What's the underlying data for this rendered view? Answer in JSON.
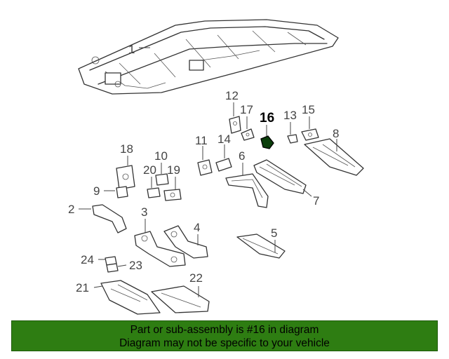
{
  "diagram": {
    "highlight_part": "16",
    "callouts": [
      {
        "id": "c1",
        "label": "1"
      },
      {
        "id": "c2",
        "label": "2"
      },
      {
        "id": "c3",
        "label": "3"
      },
      {
        "id": "c4",
        "label": "4"
      },
      {
        "id": "c5",
        "label": "5"
      },
      {
        "id": "c6",
        "label": "6"
      },
      {
        "id": "c7",
        "label": "7"
      },
      {
        "id": "c8",
        "label": "8"
      },
      {
        "id": "c9",
        "label": "9"
      },
      {
        "id": "c10",
        "label": "10"
      },
      {
        "id": "c11",
        "label": "11"
      },
      {
        "id": "c12",
        "label": "12"
      },
      {
        "id": "c13",
        "label": "13"
      },
      {
        "id": "c14",
        "label": "14"
      },
      {
        "id": "c15",
        "label": "15"
      },
      {
        "id": "c16",
        "label": "16"
      },
      {
        "id": "c17",
        "label": "17"
      },
      {
        "id": "c18",
        "label": "18"
      },
      {
        "id": "c19",
        "label": "19"
      },
      {
        "id": "c20",
        "label": "20"
      },
      {
        "id": "c21",
        "label": "21"
      },
      {
        "id": "c22",
        "label": "22"
      },
      {
        "id": "c23",
        "label": "23"
      },
      {
        "id": "c24",
        "label": "24"
      }
    ]
  },
  "banner": {
    "line1": "Part or sub-assembly is #16 in diagram",
    "line2": "Diagram may not be specific to your vehicle",
    "background_color": "#2e7d12"
  }
}
